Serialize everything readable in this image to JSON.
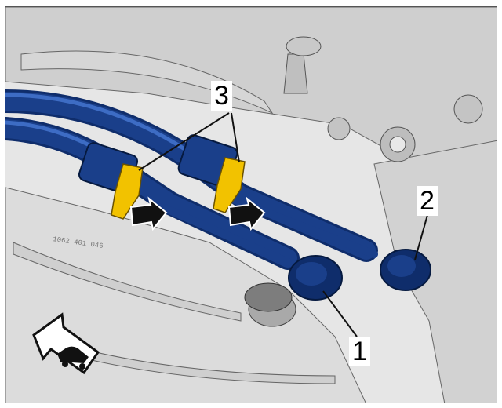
{
  "figure": {
    "callouts": {
      "one": "1",
      "two": "2",
      "three": "3"
    },
    "part_marking": "1062 401 046"
  },
  "colors": {
    "cable_blue": "#1a3f8a",
    "cable_blue_highlight": "#3d6cc4",
    "clip_yellow": "#f2c200",
    "engine_grey": "#d9d9d9",
    "engine_dark": "#8c8c8c",
    "line_black": "#111111"
  },
  "icons": [
    "direction-of-travel-arrow-icon",
    "release-direction-arrow-icon"
  ]
}
